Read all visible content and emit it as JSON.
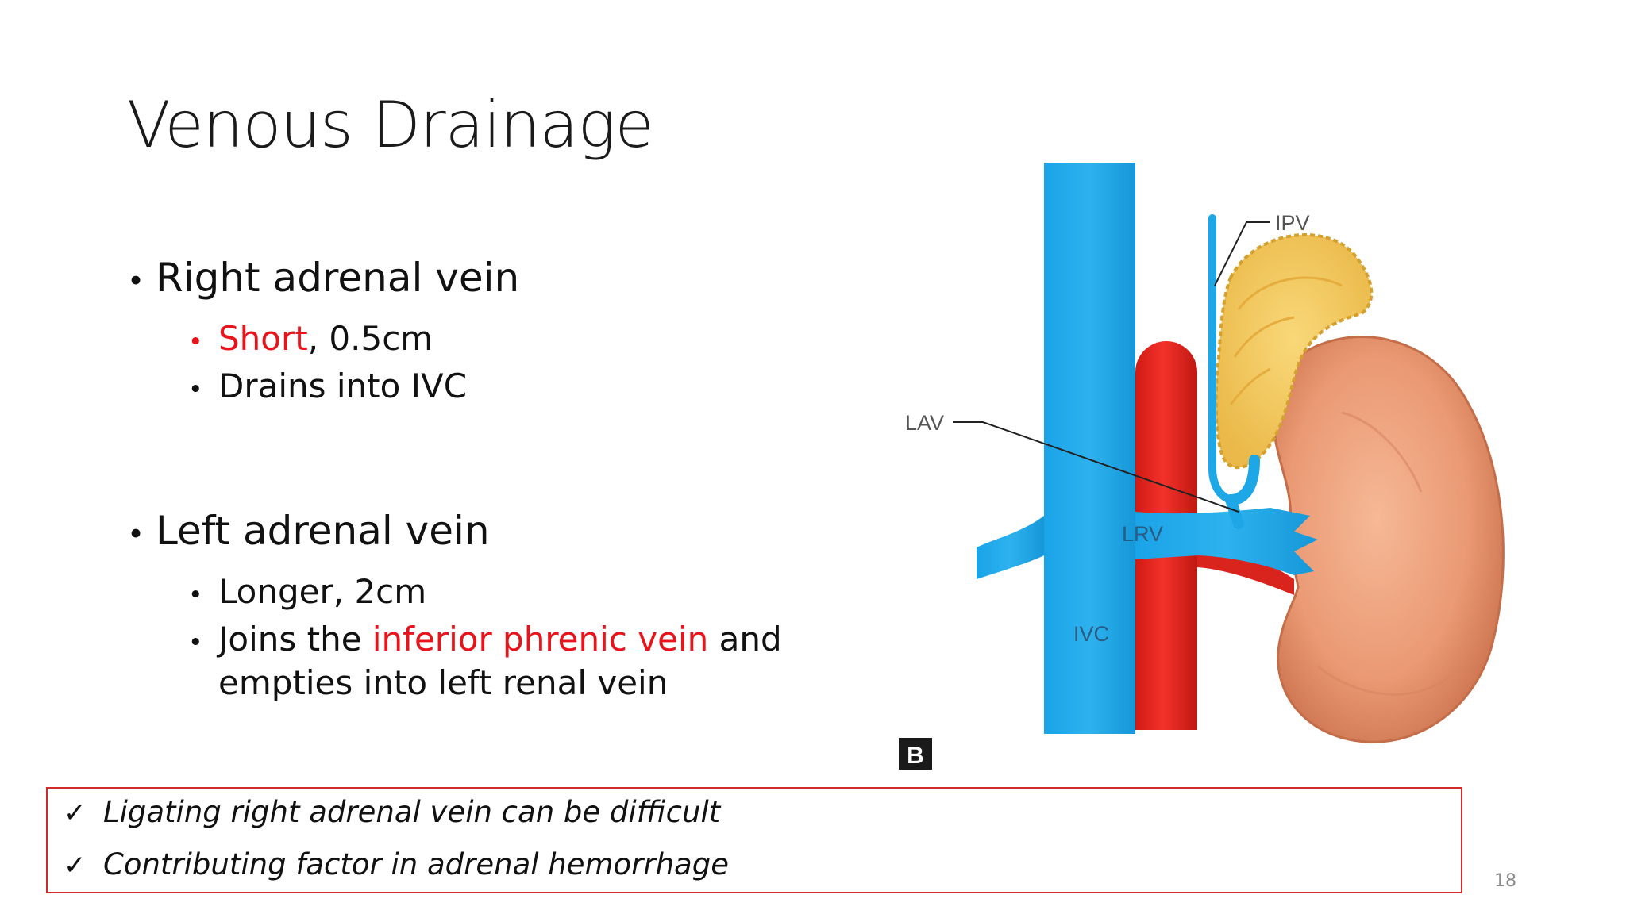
{
  "slide": {
    "title": "Venous Drainage",
    "page_number": "18"
  },
  "bullets": {
    "right": {
      "heading": "Right adrenal vein",
      "items": [
        {
          "highlight": "Short",
          "rest": ", 0.5cm"
        },
        {
          "text": "Drains into IVC"
        }
      ]
    },
    "left": {
      "heading": "Left adrenal vein",
      "items": [
        {
          "text": "Longer, 2cm"
        },
        {
          "pre": "Joins the ",
          "highlight": "inferior phrenic vein",
          "post": " and",
          "line2": "empties into left renal vein"
        }
      ]
    }
  },
  "figure": {
    "labels": {
      "ipv": "IPV",
      "lav": "LAV",
      "lrv": "LRV",
      "ivc": "IVC",
      "panel": "B"
    }
  },
  "note": {
    "check_icon": "✓",
    "lines": [
      "Ligating right adrenal vein can be difficult",
      "Contributing factor in adrenal hemorrhage"
    ],
    "border_color": "#d42a2a"
  },
  "colors": {
    "highlight": "#e8141c",
    "vein": "#1ea7e6",
    "artery": "#e5221c",
    "kidney": "#e99a76",
    "adrenal": "#f5cd5e"
  }
}
